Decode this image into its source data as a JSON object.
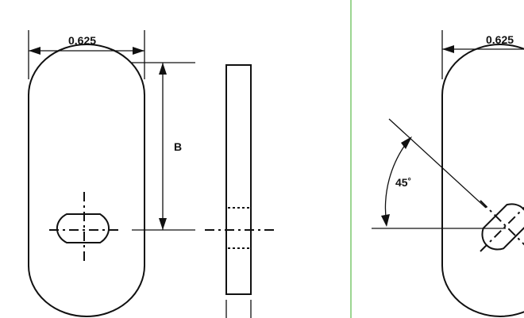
{
  "left_view": {
    "width_dim": "0.625",
    "length_dim": "B"
  },
  "right_view": {
    "width_dim": "0.625",
    "angle_dim": "45˚"
  },
  "colors": {
    "separator": "#7bc96f",
    "lines": "#111111"
  }
}
